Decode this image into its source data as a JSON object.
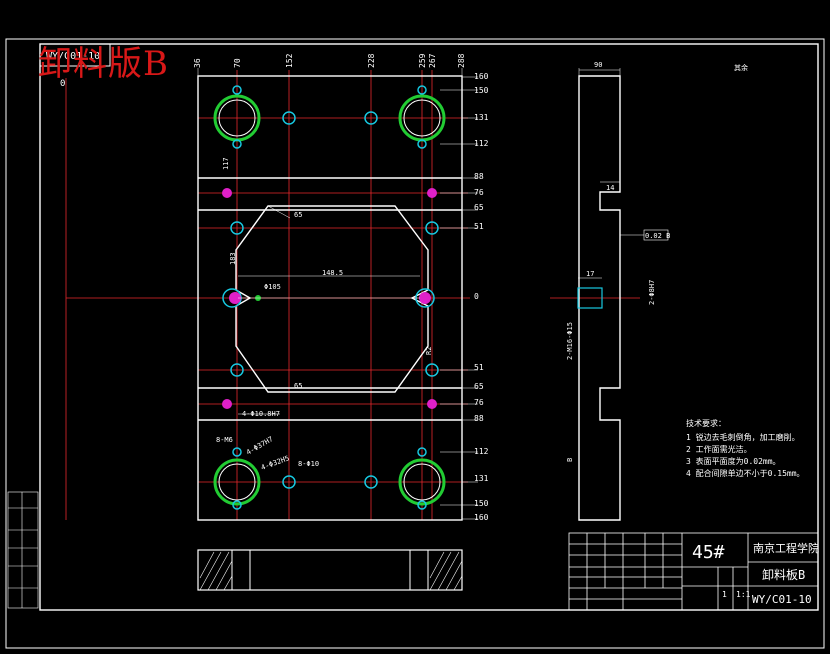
{
  "watermark": {
    "text": "卸料版B"
  },
  "drawing": {
    "code_top": "WY/C01-10",
    "axis_zero": "0",
    "top_dims": [
      "36",
      "70",
      "152",
      "228",
      "259",
      "267",
      "288"
    ],
    "right_dims": [
      "160",
      "150",
      "131",
      "112",
      "88",
      "76",
      "65",
      "51",
      "0",
      "51",
      "65",
      "76",
      "88",
      "112",
      "131",
      "150",
      "160"
    ],
    "labels": {
      "r117": "117",
      "r65a": "65",
      "r65b": "65",
      "width": "148.5",
      "dia": "Φ105",
      "height": "183",
      "r82": "R2",
      "hole1": "4-Φ10.8H7",
      "hole2": "8-M6",
      "hole3": "4-Φ37H7",
      "hole4": "4-Φ32H5",
      "hole5": "8-Φ10"
    },
    "side": {
      "top": "90",
      "dim14": "14",
      "dim17": "17",
      "gdt": "0.02 B",
      "vert1": "2-Φ8H7",
      "vert2": "2-M16-Φ15",
      "roughness": "其余",
      "datum": "B"
    },
    "notes": {
      "title": "技术要求：",
      "items": [
        "1  锐边去毛刺倒角，加工磨削。",
        "2  工作面需光洁。",
        "3  表面平面度为0.02mm。",
        "4  配合间隙单边不小于0.15mm。"
      ]
    },
    "title_block": {
      "material": "45#",
      "school": "南京工程学院",
      "part_name": "卸料板B",
      "code": "WY/C01-10",
      "scale": "1:1",
      "qty": "1"
    }
  },
  "colors": {
    "white": "#ffffff",
    "red": "#e8282d",
    "cyan": "#17c8e0",
    "green": "#22cc33",
    "magenta": "#e020c8",
    "yellow": "#e6e600"
  }
}
